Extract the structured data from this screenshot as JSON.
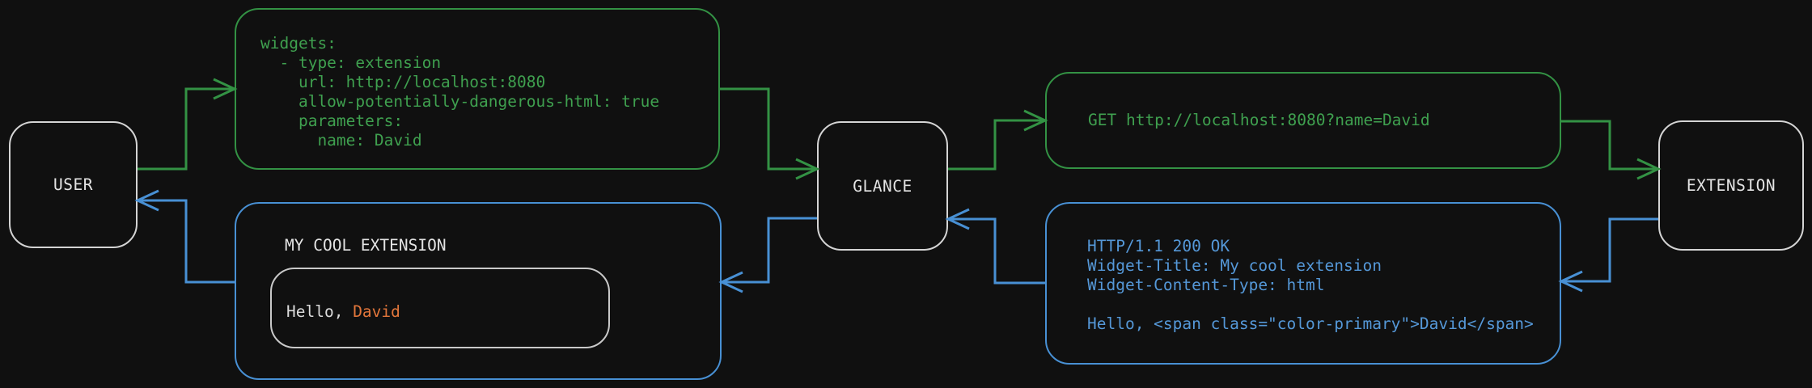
{
  "nodes": {
    "user": "USER",
    "glance": "GLANCE",
    "extension": "EXTENSION"
  },
  "config_box": {
    "lines": [
      "widgets:",
      "  - type: extension",
      "    url: http://localhost:8080",
      "    allow-potentially-dangerous-html: true",
      "    parameters:",
      "      name: David"
    ]
  },
  "request_box": {
    "text": "GET http://localhost:8080?name=David"
  },
  "response_box": {
    "lines": [
      "HTTP/1.1 200 OK",
      "Widget-Title: My cool extension",
      "Widget-Content-Type: html",
      "",
      "Hello, <span class=\"color-primary\">David</span>"
    ]
  },
  "widget_box": {
    "title": "MY COOL EXTENSION",
    "greeting_prefix": "Hello, ",
    "greeting_name": "David"
  },
  "colors": {
    "background": "#101010",
    "request_green_line": "#339244",
    "request_green_text": "#3fa04f",
    "response_blue_line": "#4890d4",
    "response_blue_text": "#5598d8",
    "primary_orange": "#e2763b",
    "node_border_gray": "#d4d4d4",
    "text_light": "#e4e4e4"
  }
}
